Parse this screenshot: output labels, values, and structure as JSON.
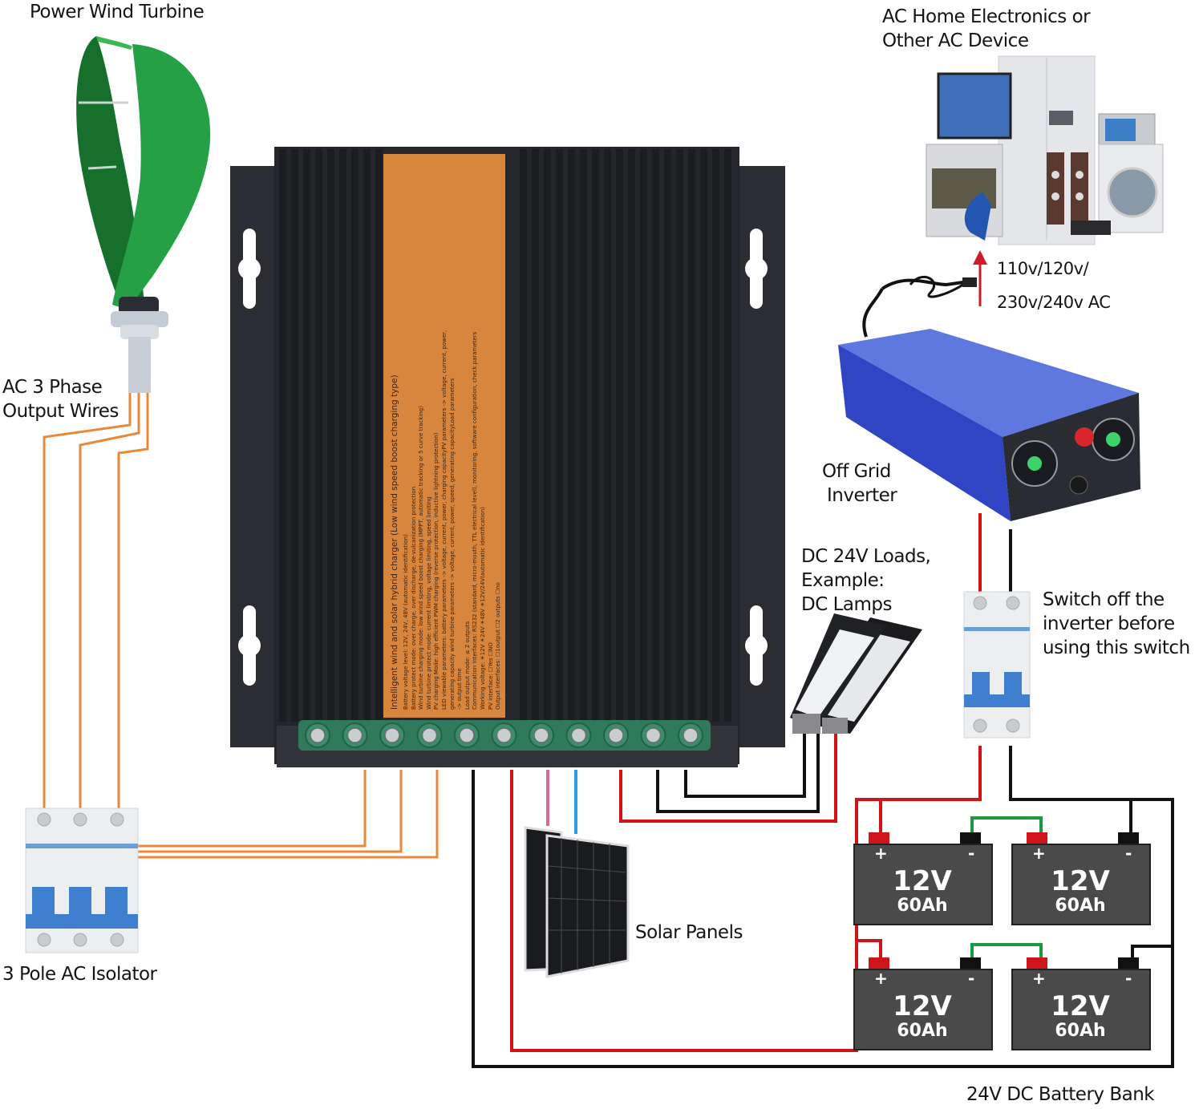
{
  "labels": {
    "wind_turbine": "Power Wind Turbine",
    "ac_output_wires": [
      "AC 3 Phase",
      "Output Wires"
    ],
    "ac_isolator": "3 Pole AC Isolator",
    "ac_devices": [
      "AC Home Electronics or",
      "Other AC Device"
    ],
    "ac_voltage": [
      "110v/120v/",
      "230v/240v AC"
    ],
    "inverter": [
      "Off Grid",
      "Inverter"
    ],
    "dc_loads": [
      "DC 24V Loads,",
      "Example:",
      "DC Lamps"
    ],
    "switch_note": [
      "Switch off the",
      "inverter before",
      "using this switch"
    ],
    "solar_panels": "Solar Panels",
    "battery_bank": "24V DC Battery Bank"
  },
  "controller_label": {
    "title": "Intelligent wind and solar hybrid charger (Low wind speed boost charging type)",
    "lines": [
      "Battery voltage level: 12V, 24V, 48V (automatic identification)",
      "Battery protect mode: over charge, over discharge, de-vulcanization protection",
      "Wind turbine charging mode: low wind speed boost charging (MPPT, automatic tracking or 5 curve tracking)",
      "Wind turbine protect mode: current limiting, voltage limiting, speed limiting",
      "PV charging Mode: high efficient PWM charging (reverse protection, inductive lightning protection)",
      "LED viewable parameters: battery parameters -> voltage, current, power, charging capacityPV parameters -> voltage, current, power,",
      "generating capacity wind turbine parameters -> voltage, current, power, speed, generating capacityLoad parameters",
      "-> output time",
      "Load output mode: ≤ 2 outputs",
      "Communication interfaces: RS232 (standard, micro-mouth, TTL electrical level), monitoring, software configuration, check parameters",
      "Working voltage: ☀12V  ☀24V  ☀48V  ☀12V/24V(automatic identification)",
      "PV interface: ☐Yes  ☐NO",
      "Output interfaces: ☐1output  ☐2 outputs  ☐no"
    ]
  },
  "batteries": [
    {
      "voltage": "12V",
      "capacity": "60Ah",
      "pos": "+",
      "neg": "-"
    },
    {
      "voltage": "12V",
      "capacity": "60Ah",
      "pos": "+",
      "neg": "-"
    },
    {
      "voltage": "12V",
      "capacity": "60Ah",
      "pos": "+",
      "neg": "-"
    },
    {
      "voltage": "12V",
      "capacity": "60Ah",
      "pos": "+",
      "neg": "-"
    }
  ],
  "terminal_count": 11,
  "colors": {
    "ac_wire": "#e8893a",
    "positive_wire": "#d0141c",
    "negative_wire": "#111111",
    "series_link": "#1a9a45",
    "pv_positive": "#d86a8a",
    "pv_negative": "#2a9ee0",
    "controller_body": "#2a2b30",
    "controller_label": "#d8853e",
    "terminal_block": "#2f7a5a",
    "battery_body": "#4a4a4a",
    "inverter_body": "#3a4ec8",
    "turbine_green": "#1f8a3a",
    "breaker_blue": "#3f7fd0"
  }
}
